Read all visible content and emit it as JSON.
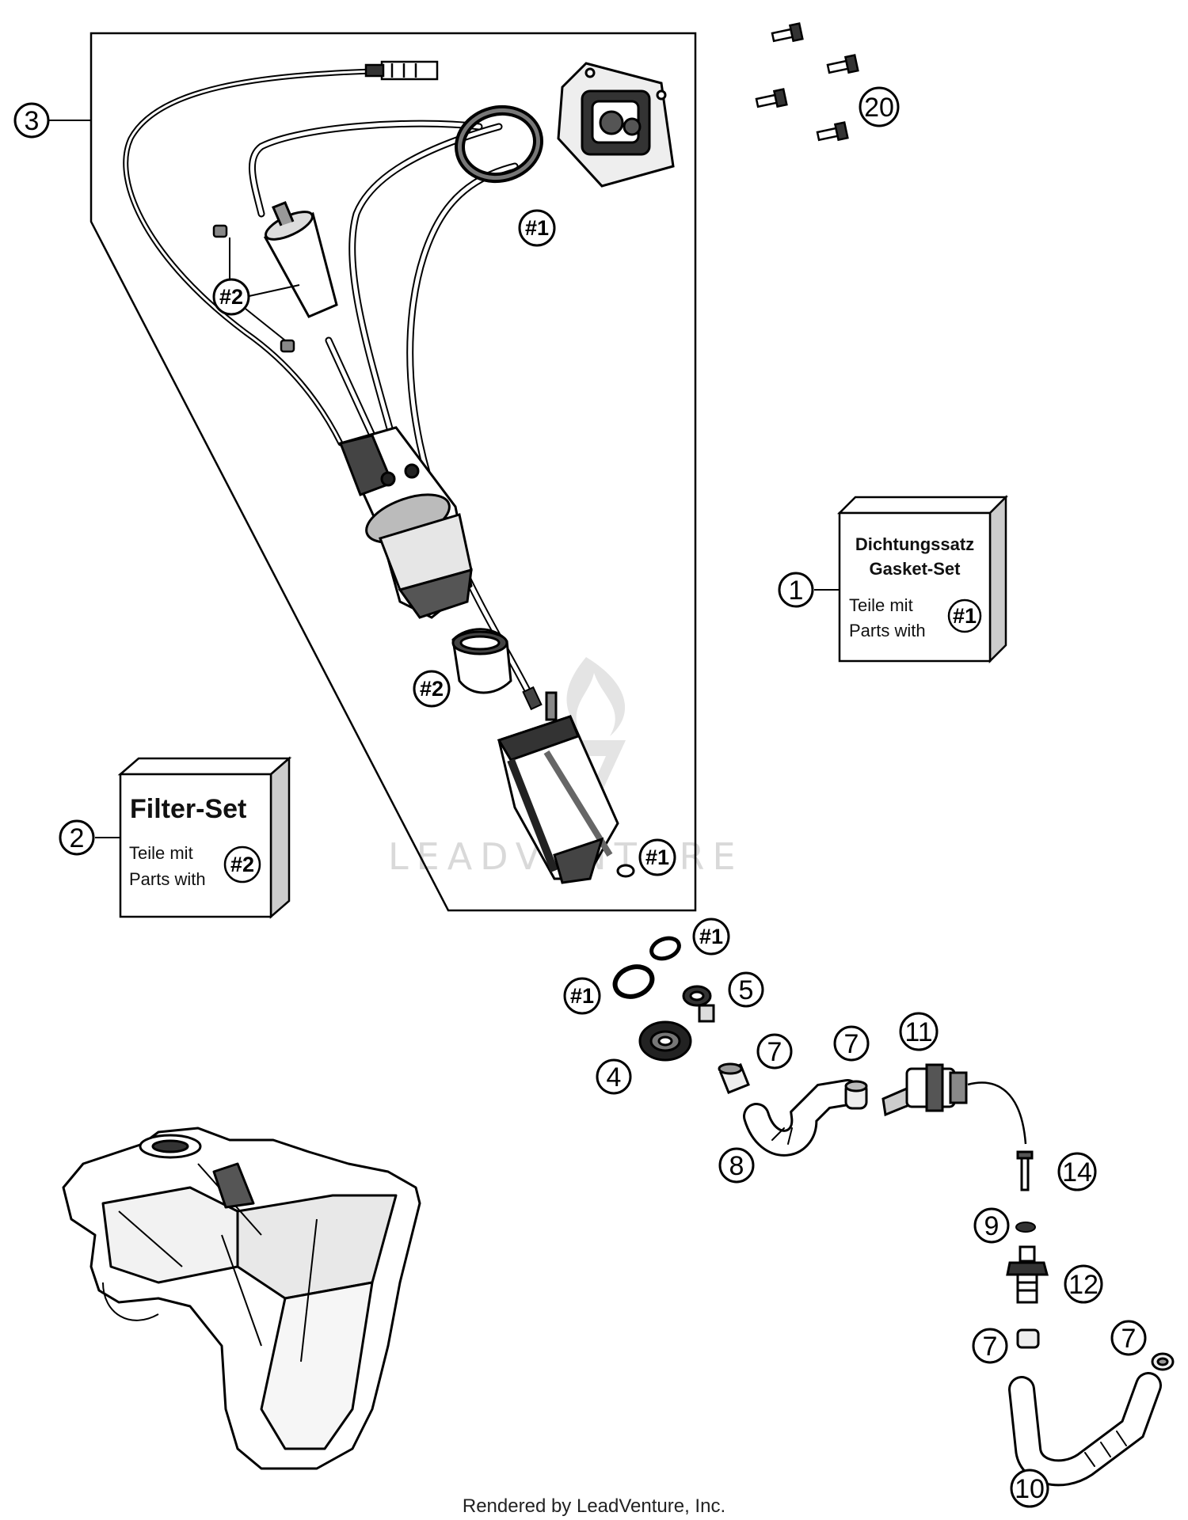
{
  "callouts": {
    "c3": "3",
    "c20": "20",
    "c1": "1",
    "c2": "2",
    "c4": "4",
    "c5": "5",
    "c7": "7",
    "c8": "8",
    "c9": "9",
    "c10": "10",
    "c11": "11",
    "c12": "12",
    "c14": "14",
    "h1": "#1",
    "h2": "#2"
  },
  "gasket_set": {
    "title_de": "Dichtungssatz",
    "title_en": "Gasket-Set",
    "parts_de": "Teile mit",
    "parts_en": "Parts with",
    "ref": "#1"
  },
  "filter_set": {
    "title": "Filter-Set",
    "parts_de": "Teile mit",
    "parts_en": "Parts with",
    "ref": "#2"
  },
  "watermark": "LEADVENTURE",
  "footer": "Rendered by LeadVenture, Inc."
}
